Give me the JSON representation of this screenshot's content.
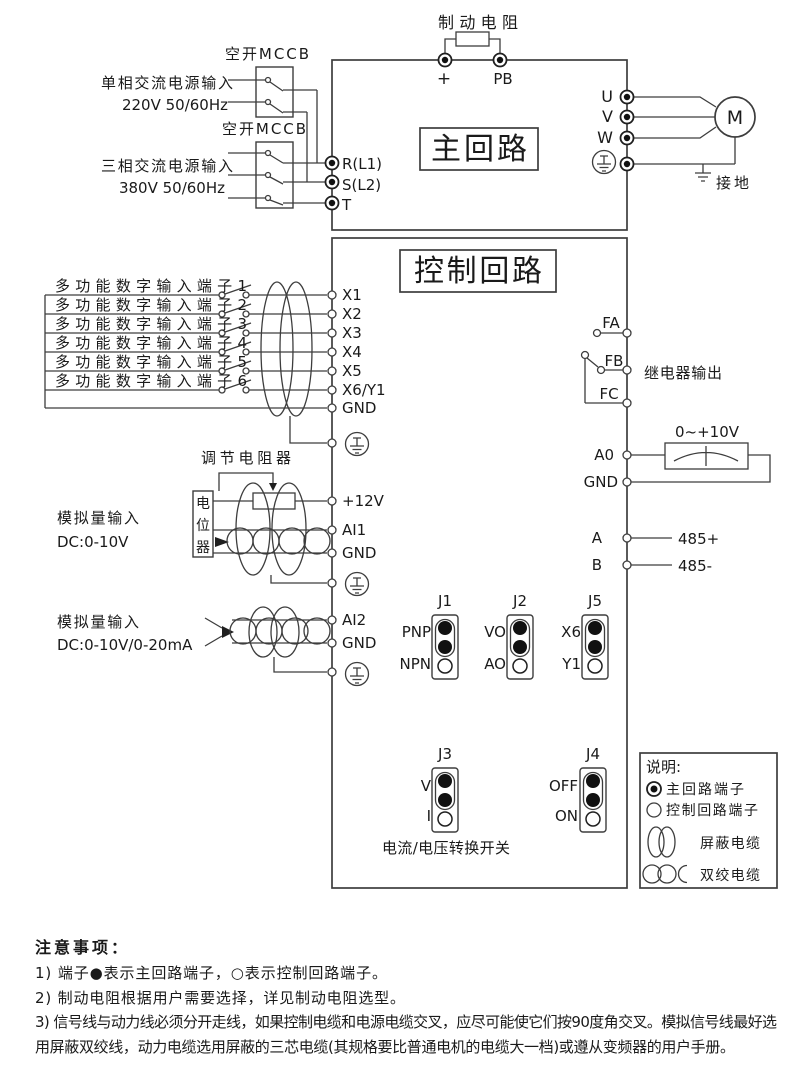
{
  "main_circuit": {
    "title": "主回路",
    "braking_resistor": "制动电阻",
    "terminal_plus": "+",
    "terminal_pb": "PB",
    "mccb1_label": "空开MCCB",
    "single_phase_1": "单相交流电源输入",
    "single_phase_2": "220V 50/60Hz",
    "mccb2_label": "空开MCCB",
    "three_phase_1": "三相交流电源输入",
    "three_phase_2": "380V 50/60Hz",
    "terminal_r": "R(L1)",
    "terminal_s": "S(L2)",
    "terminal_t": "T",
    "terminal_u": "U",
    "terminal_v": "V",
    "terminal_w": "W",
    "motor": "M",
    "ground": "接地"
  },
  "control_circuit": {
    "title": "控制回路",
    "digital_input_labels": [
      "多功能数字输入端子1",
      "多功能数字输入端子2",
      "多功能数字输入端子3",
      "多功能数字输入端子4",
      "多功能数字输入端子5",
      "多功能数字输入端子6"
    ],
    "digital_input_terminals": [
      "X1",
      "X2",
      "X3",
      "X4",
      "X5",
      "X6/Y1",
      "GND"
    ],
    "relay": {
      "fa": "FA",
      "fb": "FB",
      "fc": "FC",
      "label": "继电器输出"
    },
    "analog_out": {
      "range": "0~+10V",
      "a0": "A0",
      "gnd": "GND"
    },
    "rs485": {
      "a": "A",
      "b": "B",
      "plus": "485+",
      "minus": "485-"
    },
    "pot": {
      "adjust": "调节电阻器",
      "pot_chars": [
        "电",
        "位",
        "器"
      ],
      "desc1": "模拟量输入",
      "desc2": "DC:0-10V",
      "v12": "+12V",
      "ai1": "AI1",
      "gnd": "GND"
    },
    "ai2": {
      "desc1": "模拟量输入",
      "desc2": "DC:0-10V/0-20mA",
      "ai2": "AI2",
      "gnd": "GND"
    },
    "jumpers": {
      "j1": {
        "name": "J1",
        "a": "PNP",
        "b": "NPN"
      },
      "j2": {
        "name": "J2",
        "a": "VO",
        "b": "AO"
      },
      "j5": {
        "name": "J5",
        "a": "X6",
        "b": "Y1"
      },
      "j3": {
        "name": "J3",
        "a": "V",
        "b": "I"
      },
      "j4": {
        "name": "J4",
        "a": "OFF",
        "b": "ON"
      },
      "switch_label": "电流/电压转换开关"
    }
  },
  "legend": {
    "title": "说明:",
    "main_terminal": "主回路端子",
    "control_terminal": "控制回路端子",
    "shielded_cable": "屏蔽电缆",
    "twisted_cable": "双绞电缆"
  },
  "notes": {
    "title": "注意事项：",
    "n1": "1) 端子●表示主回路端子，○表示控制回路端子。",
    "n2": "2) 制动电阻根据用户需要选择，详见制动电阻选型。",
    "n3_line1": "3) 信号线与动力线必须分开走线，如果控制电缆和电源电缆交叉，应尽可能使它们按90度角交叉。模拟信号线最好选",
    "n3_line2": "用屏蔽双绞线，动力电缆选用屏蔽的三芯电缆(其规格要比普通电机的电缆大一档)或遵从变频器的用户手册。"
  },
  "colors": {
    "line": "#3d3d3d",
    "text": "#1a1a1a",
    "terminal_fill": "#111111",
    "background": "#ffffff"
  }
}
